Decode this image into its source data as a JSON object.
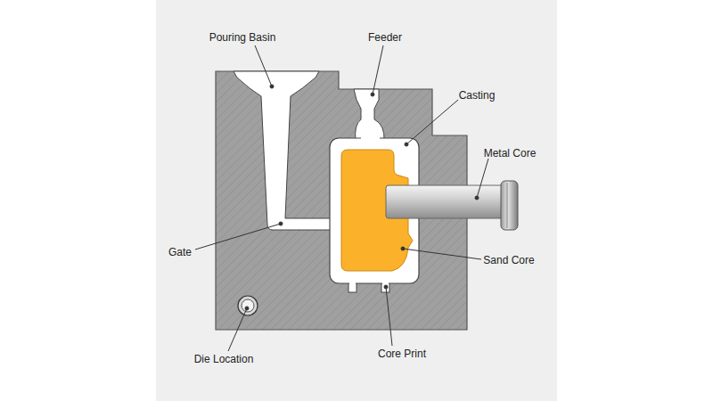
{
  "diagram": {
    "labels": [
      "Pouring Basin",
      "Feeder",
      "Casting",
      "Metal Core",
      "Sand Core",
      "Gate",
      "Die Location",
      "Core Print"
    ]
  }
}
